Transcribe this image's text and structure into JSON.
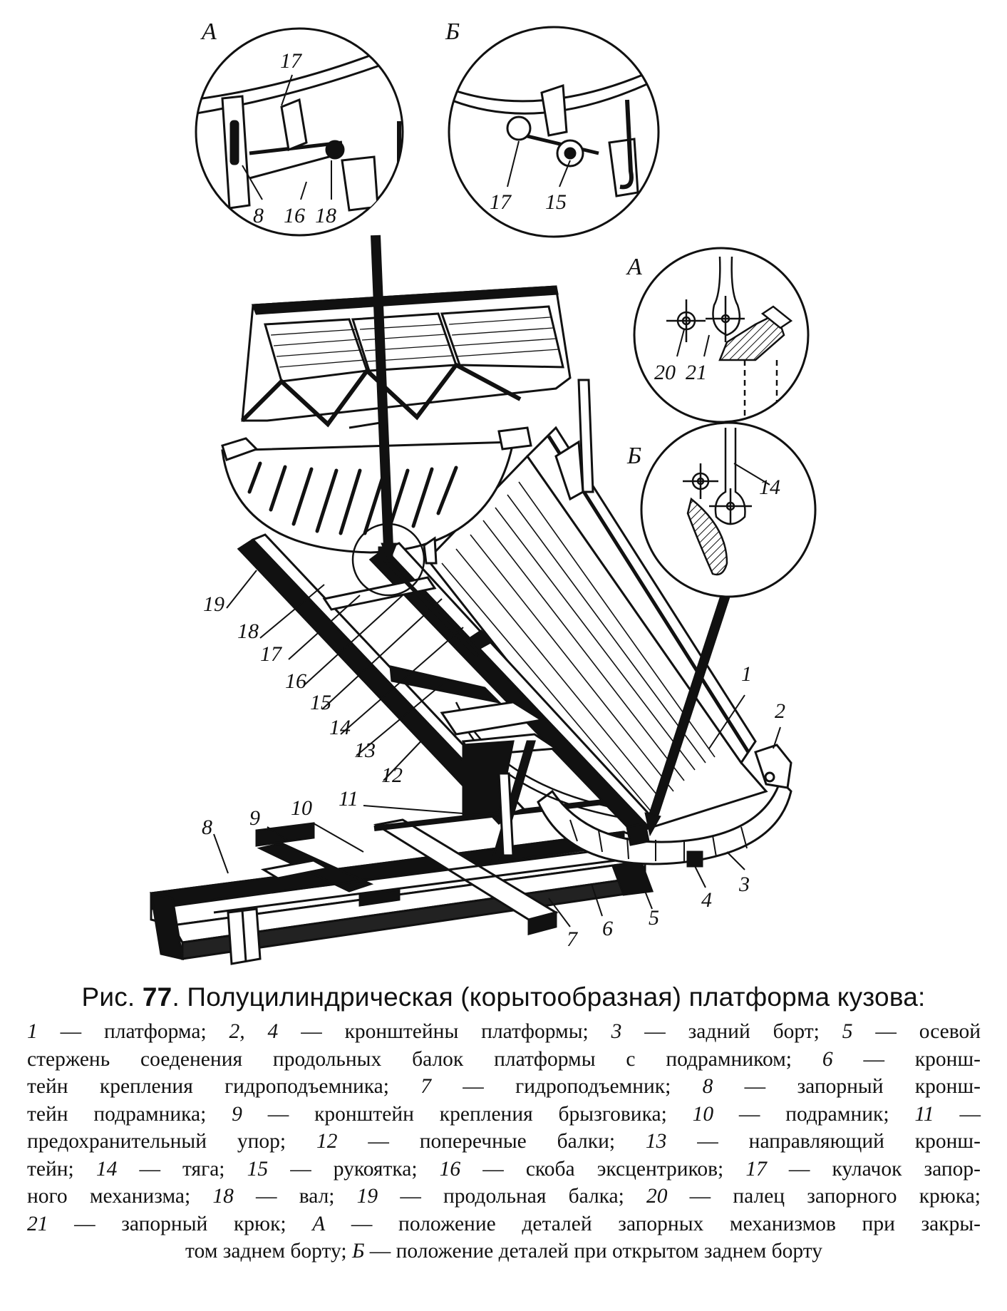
{
  "figure": {
    "callouts": {
      "inset_a_top": {
        "letter": "А",
        "labels": [
          "17",
          "8",
          "16",
          "18"
        ]
      },
      "inset_b_top": {
        "letter": "Б",
        "labels": [
          "17",
          "15"
        ]
      },
      "inset_a_side": {
        "letter": "А",
        "labels": [
          "20",
          "21"
        ]
      },
      "inset_b_side": {
        "letter": "Б",
        "labels": [
          "14"
        ]
      },
      "main": [
        "1",
        "2",
        "3",
        "4",
        "5",
        "6",
        "7",
        "8",
        "9",
        "10",
        "11",
        "12",
        "13",
        "14",
        "15",
        "16",
        "17",
        "18",
        "19"
      ]
    }
  },
  "caption": {
    "prefix": "Рис.",
    "number": "77",
    "title": ". Полуцилиндрическая (корытообразная) платформа кузова:"
  },
  "legend_lines": [
    [
      {
        "n": "1",
        "t": " — платформа; "
      },
      {
        "n": "2, 4",
        "t": " — кронштейны платформы; "
      },
      {
        "n": "3",
        "t": " — задний борт; "
      },
      {
        "n": "5",
        "t": " — осевой"
      }
    ],
    [
      {
        "n": "",
        "t": "стержень соеденения продольных балок платформы с подрамником; "
      },
      {
        "n": "6",
        "t": " — кронш-"
      }
    ],
    [
      {
        "n": "",
        "t": "тейн крепления гидроподъемника; "
      },
      {
        "n": "7",
        "t": " — гидроподъемник; "
      },
      {
        "n": "8",
        "t": " — запорный кронш-"
      }
    ],
    [
      {
        "n": "",
        "t": "тейн подрамника; "
      },
      {
        "n": "9",
        "t": " — кронштейн крепления брызговика; "
      },
      {
        "n": "10",
        "t": " — подрамник; "
      },
      {
        "n": "11",
        "t": " —"
      }
    ],
    [
      {
        "n": "",
        "t": "предохранительный упор; "
      },
      {
        "n": "12",
        "t": " — поперечные балки; "
      },
      {
        "n": "13",
        "t": " — направляющий кронш-"
      }
    ],
    [
      {
        "n": "",
        "t": "тейн; "
      },
      {
        "n": "14",
        "t": " — тяга; "
      },
      {
        "n": "15",
        "t": " — рукоятка; "
      },
      {
        "n": "16",
        "t": " — скоба эксцентриков; "
      },
      {
        "n": "17",
        "t": " — кулачок запор-"
      }
    ],
    [
      {
        "n": "",
        "t": "ного механизма; "
      },
      {
        "n": "18",
        "t": " — вал; "
      },
      {
        "n": "19",
        "t": " — продольная балка; "
      },
      {
        "n": "20",
        "t": " — палец запорного крюка;"
      }
    ],
    [
      {
        "n": "21",
        "t": " — запорный крюк; "
      },
      {
        "n": "А",
        "t": " — положение деталей запорных механизмов при закры-"
      }
    ],
    [
      {
        "n": "",
        "t": "том заднем борту; "
      },
      {
        "n": "Б",
        "t": " — положение деталей при открытом заднем борту"
      }
    ]
  ]
}
